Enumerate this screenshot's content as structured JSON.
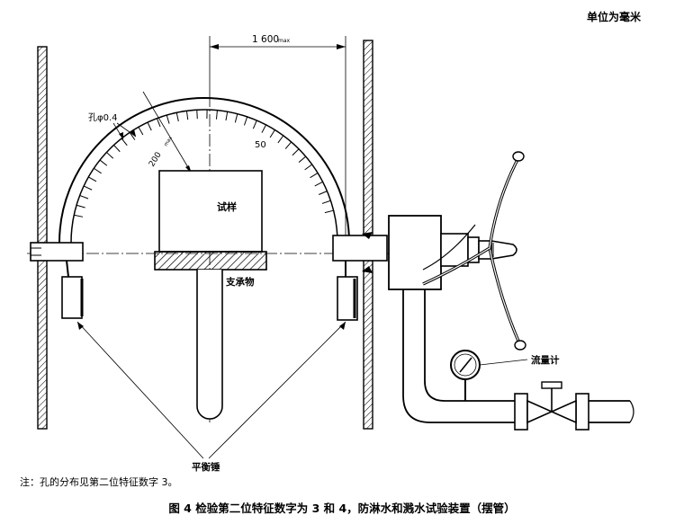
{
  "unit_label": "单位为毫米",
  "dimensions": {
    "span": "1 600",
    "span_suffix": "max",
    "radius": "200",
    "radius_suffix": "max",
    "hole": "孔φ0.4",
    "angle_mark": "50"
  },
  "labels": {
    "specimen": "试样",
    "support": "支承物",
    "flowmeter": "流量计",
    "counterweight": "平衡锤"
  },
  "note": "注：孔的分布见第二位特征数字 3。",
  "caption": "图 4   检验第二位特征数字为 3 和 4，防淋水和溅水试验装置（摆管）"
}
